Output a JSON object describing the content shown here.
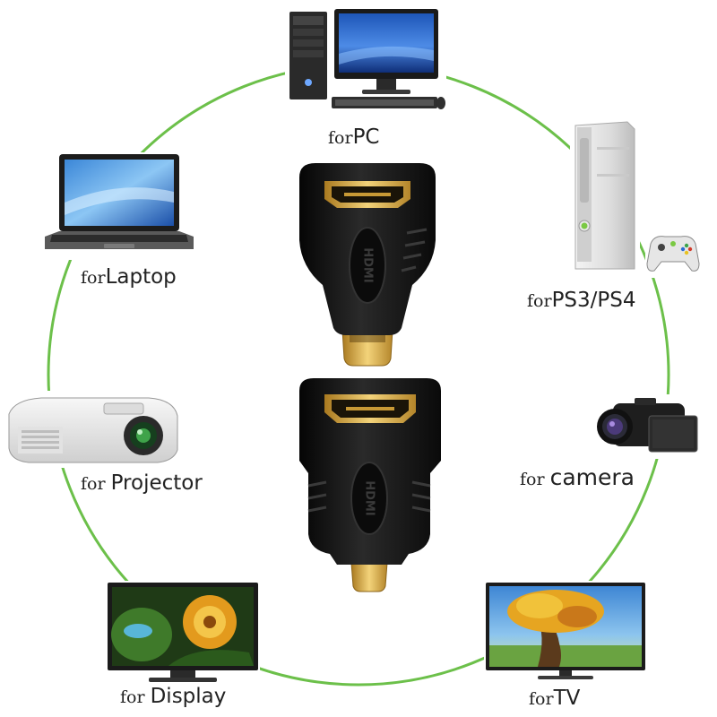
{
  "captions": {
    "pc": {
      "prefix": "for",
      "name": "PC"
    },
    "ps": {
      "prefix": "for",
      "name": "PS3/PS4"
    },
    "camera": {
      "prefix": "for ",
      "name": "camera"
    },
    "tv": {
      "prefix": "for",
      "name": "TV"
    },
    "display": {
      "prefix": "for ",
      "name": "Display"
    },
    "projector": {
      "prefix": "for ",
      "name": "Projector"
    },
    "laptop": {
      "prefix": "for",
      "name": "Laptop"
    }
  },
  "adapters": {
    "top": {
      "connector": "mini",
      "logo": "HDMI"
    },
    "bottom": {
      "connector": "micro",
      "logo": "HDMI"
    }
  },
  "icons": [
    "desktop-pc-icon",
    "game-console-icon",
    "gamepad-icon",
    "camcorder-icon",
    "tv-icon",
    "monitor-icon",
    "projector-icon",
    "laptop-icon"
  ],
  "colors": {
    "ring": "#6cc04a",
    "adapter_body": "#121212",
    "gold": "#d8aa3a"
  }
}
